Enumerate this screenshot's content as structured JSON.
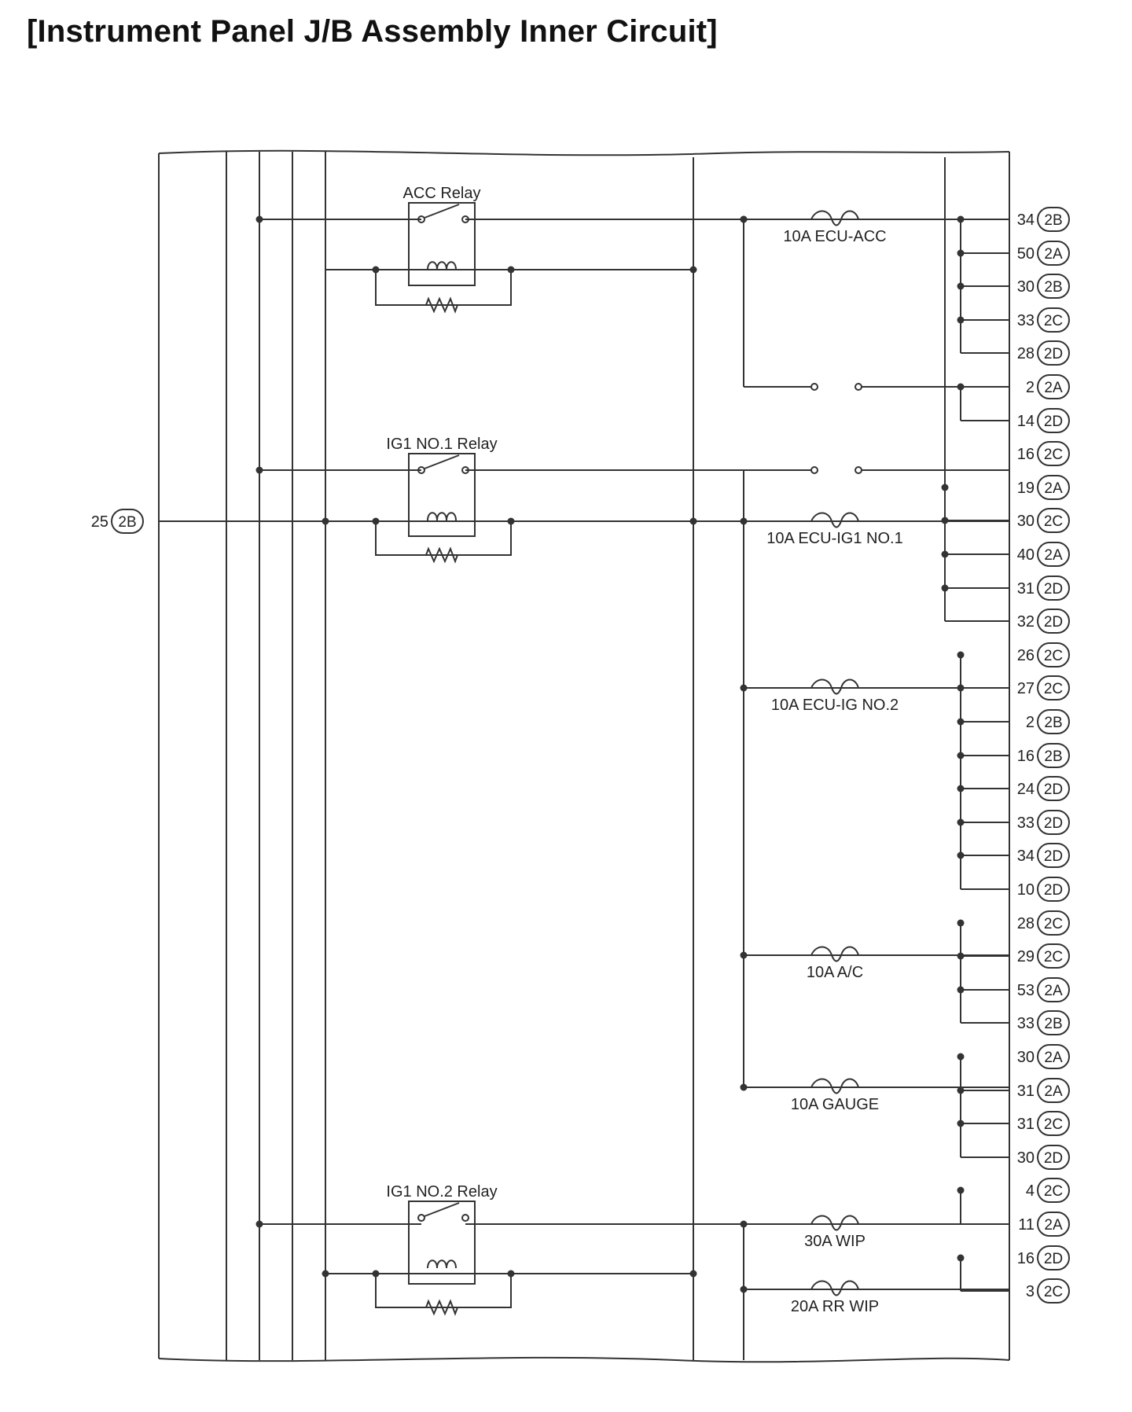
{
  "title": "[Instrument Panel J/B Assembly Inner Circuit]",
  "external_connector": {
    "pin": "25",
    "connector": "2B"
  },
  "relays": [
    {
      "label": "ACC Relay"
    },
    {
      "label": "IG1 NO.1 Relay"
    },
    {
      "label": "IG1 NO.2 Relay"
    }
  ],
  "fuses": [
    {
      "label": "10A ECU-ACC"
    },
    {
      "label": "10A ECU-IG1 NO.1"
    },
    {
      "label": "10A ECU-IG NO.2"
    },
    {
      "label": "10A A/C"
    },
    {
      "label": "10A GAUGE"
    },
    {
      "label": "30A WIP"
    },
    {
      "label": "20A RR WIP"
    }
  ],
  "terminals": [
    {
      "pin": "34",
      "connector": "2B"
    },
    {
      "pin": "50",
      "connector": "2A"
    },
    {
      "pin": "30",
      "connector": "2B"
    },
    {
      "pin": "33",
      "connector": "2C"
    },
    {
      "pin": "28",
      "connector": "2D"
    },
    {
      "pin": "2",
      "connector": "2A"
    },
    {
      "pin": "14",
      "connector": "2D"
    },
    {
      "pin": "16",
      "connector": "2C"
    },
    {
      "pin": "19",
      "connector": "2A"
    },
    {
      "pin": "30",
      "connector": "2C"
    },
    {
      "pin": "40",
      "connector": "2A"
    },
    {
      "pin": "31",
      "connector": "2D"
    },
    {
      "pin": "32",
      "connector": "2D"
    },
    {
      "pin": "26",
      "connector": "2C"
    },
    {
      "pin": "27",
      "connector": "2C"
    },
    {
      "pin": "2",
      "connector": "2B"
    },
    {
      "pin": "16",
      "connector": "2B"
    },
    {
      "pin": "24",
      "connector": "2D"
    },
    {
      "pin": "33",
      "connector": "2D"
    },
    {
      "pin": "34",
      "connector": "2D"
    },
    {
      "pin": "10",
      "connector": "2D"
    },
    {
      "pin": "28",
      "connector": "2C"
    },
    {
      "pin": "29",
      "connector": "2C"
    },
    {
      "pin": "53",
      "connector": "2A"
    },
    {
      "pin": "33",
      "connector": "2B"
    },
    {
      "pin": "30",
      "connector": "2A"
    },
    {
      "pin": "31",
      "connector": "2A"
    },
    {
      "pin": "31",
      "connector": "2C"
    },
    {
      "pin": "30",
      "connector": "2D"
    },
    {
      "pin": "4",
      "connector": "2C"
    },
    {
      "pin": "11",
      "connector": "2A"
    },
    {
      "pin": "16",
      "connector": "2D"
    },
    {
      "pin": "3",
      "connector": "2C"
    }
  ]
}
